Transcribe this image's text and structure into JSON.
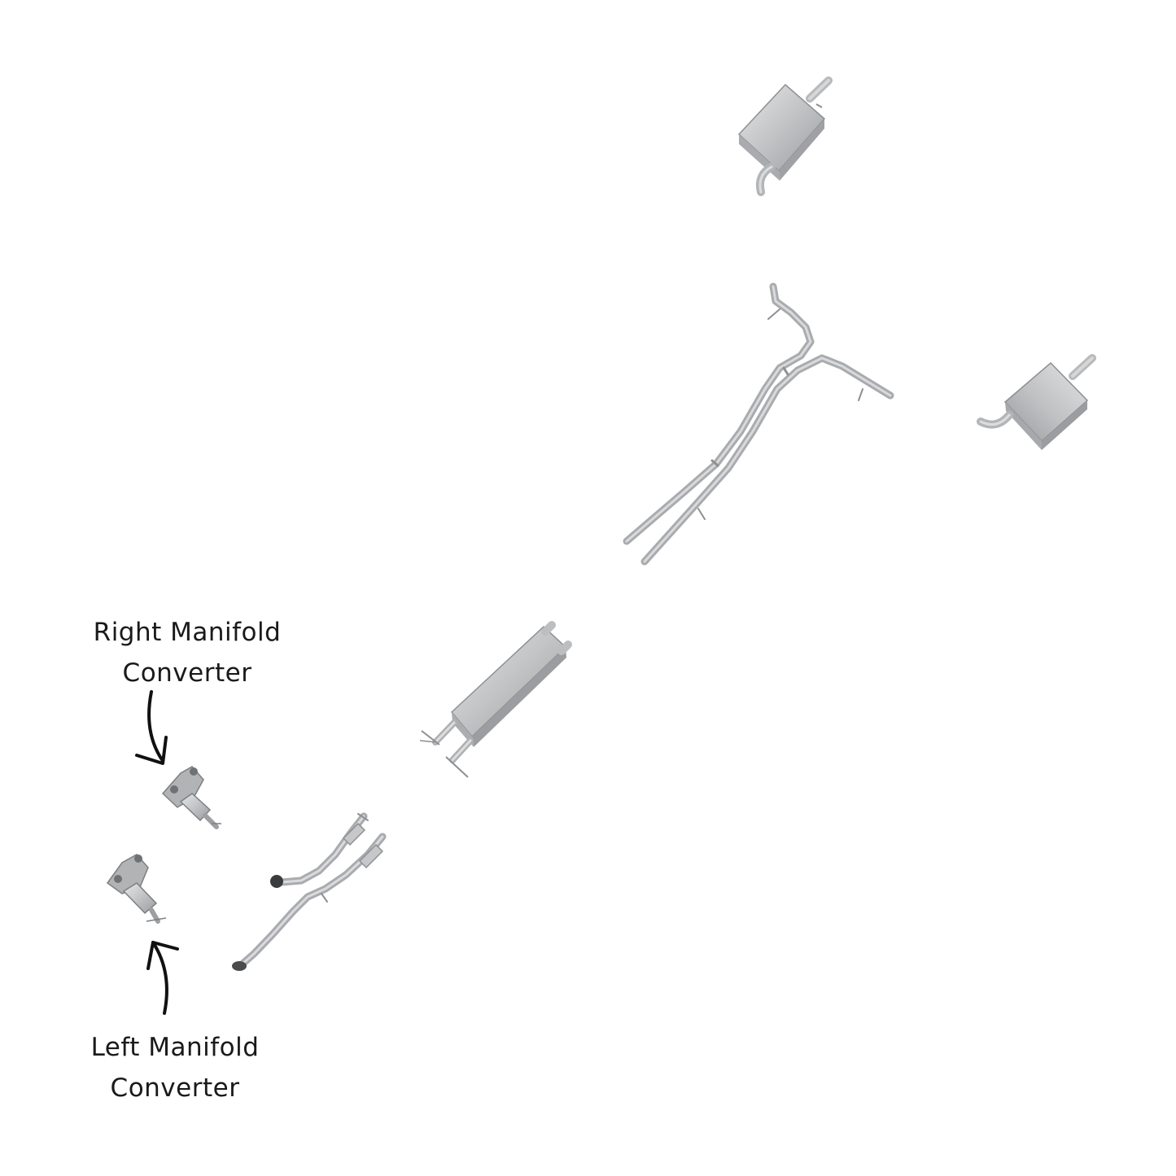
{
  "labels": {
    "right_converter": {
      "line1": "Right Manifold",
      "line2": "Converter"
    },
    "left_converter": {
      "line1": "Left Manifold",
      "line2": "Converter"
    }
  },
  "colors": {
    "background": "#ffffff",
    "metal_light": "#d9dadb",
    "metal_mid": "#b9babc",
    "metal_dark": "#8d8f92",
    "arrow": "#111111",
    "text": "#1a1a1a"
  },
  "parts": [
    "rear-muffler-upper",
    "rear-muffler-right",
    "y-pipe-assembly",
    "center-muffler",
    "front-pipe-upper",
    "front-pipe-lower",
    "right-manifold-converter",
    "left-manifold-converter"
  ]
}
